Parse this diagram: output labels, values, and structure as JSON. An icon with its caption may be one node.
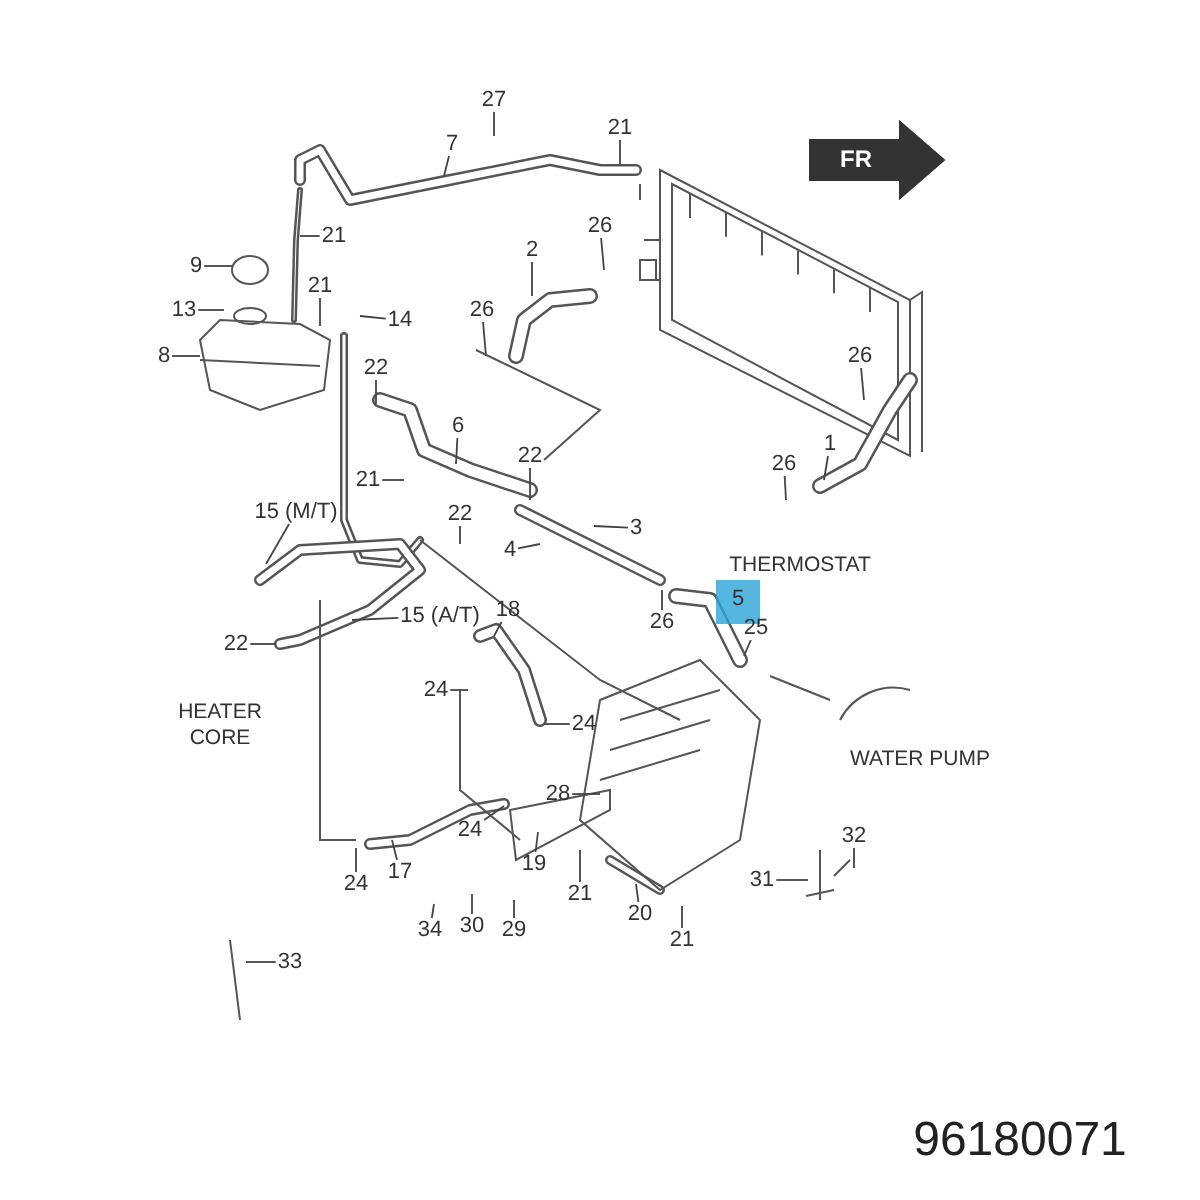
{
  "diagram": {
    "nodes": [
      {
        "text": [
          "27"
        ]
      },
      {
        "text": [
          "7"
        ]
      },
      {
        "text": [
          "21"
        ]
      },
      {
        "text": [
          "9"
        ]
      },
      {
        "text": [
          "21"
        ]
      },
      {
        "text": [
          "2"
        ]
      },
      {
        "text": [
          "26"
        ]
      },
      {
        "text": [
          "13"
        ]
      },
      {
        "text": [
          "21"
        ]
      },
      {
        "text": [
          "14"
        ]
      },
      {
        "text": [
          "8"
        ]
      },
      {
        "text": [
          "22"
        ]
      },
      {
        "text": [
          "26"
        ]
      },
      {
        "text": [
          "26"
        ]
      },
      {
        "text": [
          "1"
        ]
      },
      {
        "text": [
          "26"
        ]
      },
      {
        "text": [
          "6"
        ]
      },
      {
        "text": [
          "22"
        ]
      },
      {
        "text": [
          "21"
        ]
      },
      {
        "text": [
          "15 (M/T)"
        ]
      },
      {
        "text": [
          "22"
        ]
      },
      {
        "text": [
          "4"
        ]
      },
      {
        "text": [
          "3"
        ]
      },
      {
        "text": [
          "26"
        ]
      },
      {
        "text": [
          "25"
        ]
      },
      {
        "text": [
          "15 (A/T)"
        ]
      },
      {
        "text": [
          "18"
        ]
      },
      {
        "text": [
          "22"
        ]
      },
      {
        "text": [
          "24"
        ]
      },
      {
        "text": [
          "24"
        ]
      },
      {
        "text": [
          "28"
        ]
      },
      {
        "text": [
          "24"
        ]
      },
      {
        "text": [
          "24"
        ]
      },
      {
        "text": [
          "17"
        ]
      },
      {
        "text": [
          "19"
        ]
      },
      {
        "text": [
          "21"
        ]
      },
      {
        "text": [
          "34"
        ]
      },
      {
        "text": [
          "30"
        ]
      },
      {
        "text": [
          "29"
        ]
      },
      {
        "text": [
          "20"
        ]
      },
      {
        "text": [
          "21"
        ]
      },
      {
        "text": [
          "31"
        ]
      },
      {
        "text": [
          "32"
        ]
      },
      {
        "text": [
          "33"
        ]
      }
    ],
    "edges": [
      {
        "from": 0,
        "to": null,
        "arrow": "none"
      },
      {
        "from": 1,
        "to": null,
        "arrow": "none"
      },
      {
        "from": 2,
        "to": null,
        "arrow": "none"
      },
      {
        "from": 3,
        "to": null,
        "arrow": "none"
      },
      {
        "from": 4,
        "to": null,
        "arrow": "none"
      },
      {
        "from": 5,
        "to": null,
        "arrow": "none"
      },
      {
        "from": 6,
        "to": null,
        "arrow": "none"
      },
      {
        "from": 7,
        "to": null,
        "arrow": "none"
      },
      {
        "from": 8,
        "to": null,
        "arrow": "none"
      },
      {
        "from": 9,
        "to": null,
        "arrow": "none"
      },
      {
        "from": 10,
        "to": null,
        "arrow": "none"
      },
      {
        "from": 11,
        "to": null,
        "arrow": "none"
      },
      {
        "from": 12,
        "to": null,
        "arrow": "none"
      },
      {
        "from": 13,
        "to": null,
        "arrow": "none"
      },
      {
        "from": 14,
        "to": null,
        "arrow": "none"
      },
      {
        "from": 15,
        "to": null,
        "arrow": "none"
      },
      {
        "from": 16,
        "to": null,
        "arrow": "none"
      },
      {
        "from": 17,
        "to": null,
        "arrow": "none"
      },
      {
        "from": 18,
        "to": null,
        "arrow": "none"
      },
      {
        "from": 19,
        "to": null,
        "arrow": "none"
      },
      {
        "from": 20,
        "to": null,
        "arrow": "none"
      },
      {
        "from": 21,
        "to": null,
        "arrow": "none"
      },
      {
        "from": 22,
        "to": null,
        "arrow": "none"
      },
      {
        "from": 23,
        "to": null,
        "arrow": "none"
      },
      {
        "from": 24,
        "to": null,
        "arrow": "none"
      },
      {
        "from": 25,
        "to": null,
        "arrow": "none"
      },
      {
        "from": 26,
        "to": null,
        "arrow": "none"
      },
      {
        "from": 27,
        "to": null,
        "arrow": "none"
      },
      {
        "from": 28,
        "to": null,
        "arrow": "none"
      },
      {
        "from": 29,
        "to": null,
        "arrow": "none"
      },
      {
        "from": 30,
        "to": null,
        "arrow": "none"
      },
      {
        "from": 31,
        "to": null,
        "arrow": "none"
      },
      {
        "from": 32,
        "to": null,
        "arrow": "none"
      },
      {
        "from": 33,
        "to": null,
        "arrow": "none"
      },
      {
        "from": 34,
        "to": null,
        "arrow": "none"
      },
      {
        "from": 35,
        "to": null,
        "arrow": "none"
      },
      {
        "from": 36,
        "to": null,
        "arrow": "none"
      },
      {
        "from": 37,
        "to": null,
        "arrow": "none"
      },
      {
        "from": 38,
        "to": null,
        "arrow": "none"
      },
      {
        "from": 39,
        "to": null,
        "arrow": "none"
      },
      {
        "from": 40,
        "to": null,
        "arrow": "none"
      },
      {
        "from": 41,
        "to": null,
        "arrow": "none"
      },
      {
        "from": 42,
        "to": null,
        "arrow": "none"
      },
      {
        "from": 43,
        "to": null,
        "arrow": "none"
      }
    ],
    "labels": [
      "FR",
      "THERMOSTAT",
      "5",
      "HEATER CORE",
      "WATER PUMP",
      "96180071"
    ]
  }
}
